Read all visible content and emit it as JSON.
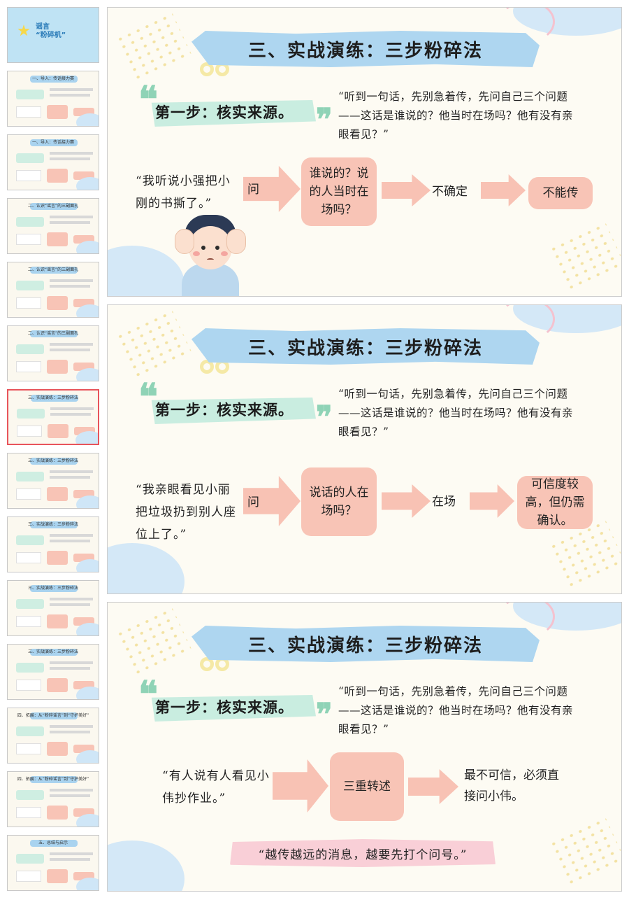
{
  "thumbnails": [
    {
      "kind": "cover",
      "title": "谣言\n“粉碎机”"
    },
    {
      "kind": "content",
      "title": "一、导入：传话接力赛"
    },
    {
      "kind": "content",
      "title": "一、导入：传话接力赛"
    },
    {
      "kind": "content",
      "title": "二、认识“谣言”的三副面孔"
    },
    {
      "kind": "content",
      "title": "二、认识“谣言”的三副面孔"
    },
    {
      "kind": "content",
      "title": "二、认识“谣言”的三副面孔"
    },
    {
      "kind": "content",
      "title": "三、实战演练：三步粉碎法"
    },
    {
      "kind": "content",
      "title": "三、实战演练：三步粉碎法"
    },
    {
      "kind": "content",
      "title": "三、实战演练：三步粉碎法"
    },
    {
      "kind": "content",
      "title": "三、实战演练：三步粉碎法"
    },
    {
      "kind": "content",
      "title": "三、实战演练：三步粉碎法"
    },
    {
      "kind": "content",
      "title": "四、拓展：从“粉碎谣言”到“守护美好”"
    },
    {
      "kind": "content",
      "title": "四、拓展：从“粉碎谣言”到“守护美好”"
    },
    {
      "kind": "content",
      "title": "五、总结与启示"
    }
  ],
  "active_thumbnail": 6,
  "slides": [
    {
      "title": "三、实战演练：三步粉碎法",
      "step_label": "第一步：核实来源。",
      "explanation": "“听到一句话，先别急着传，先问自己三个问题——这话是谁说的？他当时在场吗？他有没有亲眼看见？”",
      "example": "“我听说小强把小刚的书撕了。”",
      "arrow1_text": "问",
      "box1": "谁说的？说的人当时在场吗？",
      "result1": "不确定",
      "box2": "不能传"
    },
    {
      "title": "三、实战演练：三步粉碎法",
      "step_label": "第一步：核实来源。",
      "explanation": "“听到一句话，先别急着传，先问自己三个问题——这话是谁说的？他当时在场吗？他有没有亲眼看见？”",
      "example": "“我亲眼看见小丽把垃圾扔到别人座位上了。”",
      "arrow1_text": "问",
      "box1": "说话的人在场吗？",
      "result1": "在场",
      "box2": "可信度较高，但仍需确认。"
    },
    {
      "title": "三、实战演练：三步粉碎法",
      "step_label": "第一步：核实来源。",
      "explanation": "“听到一句话，先别急着传，先问自己三个问题——这话是谁说的？他当时在场吗？他有没有亲眼看见？”",
      "example": "“有人说有人看见小伟抄作业。”",
      "box1": "三重转述",
      "result1": "最不可信，必须直接问小伟。",
      "bottom_banner": "“越传越远的消息，越要先打个问号。”"
    }
  ]
}
